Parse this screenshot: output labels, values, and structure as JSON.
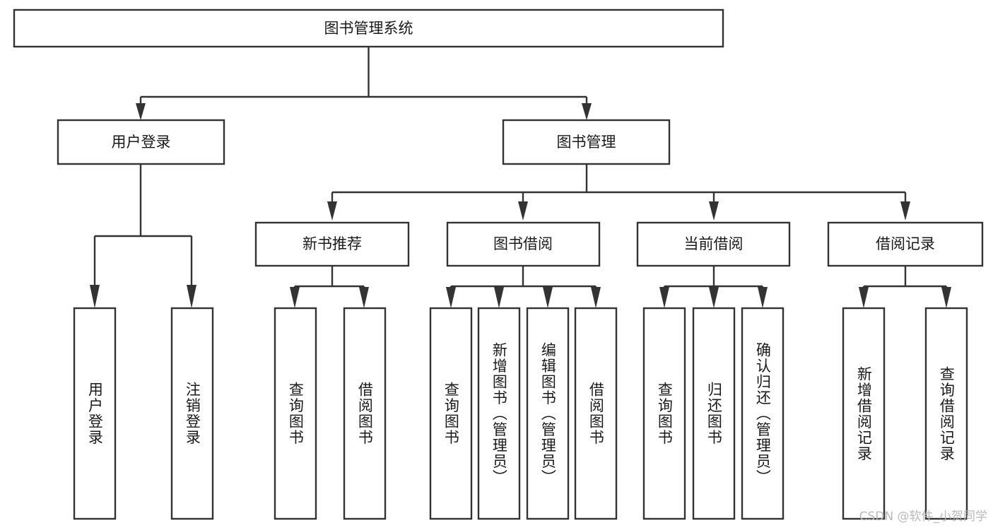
{
  "diagram": {
    "title": "图书管理系统",
    "type": "tree",
    "root": {
      "label": "图书管理系统"
    },
    "level2": [
      {
        "id": "user-login",
        "label": "用户登录"
      },
      {
        "id": "book-manage",
        "label": "图书管理"
      }
    ],
    "level3": [
      {
        "id": "new-book-recommend",
        "label": "新书推荐",
        "parent": "book-manage"
      },
      {
        "id": "book-borrow",
        "label": "图书借阅",
        "parent": "book-manage"
      },
      {
        "id": "current-borrow",
        "label": "当前借阅",
        "parent": "book-manage"
      },
      {
        "id": "borrow-record",
        "label": "借阅记录",
        "parent": "book-manage"
      }
    ],
    "leaves": {
      "user-login": [
        {
          "id": "leaf-user-login",
          "label": "用户登录"
        },
        {
          "id": "leaf-user-logout",
          "label": "注销登录"
        }
      ],
      "new-book-recommend": [
        {
          "id": "leaf-query-book-1",
          "label": "查询图书"
        },
        {
          "id": "leaf-borrow-book-1",
          "label": "借阅图书"
        }
      ],
      "book-borrow": [
        {
          "id": "leaf-query-book-2",
          "label": "查询图书"
        },
        {
          "id": "leaf-add-book",
          "label": "新增图书（管理员）"
        },
        {
          "id": "leaf-edit-book",
          "label": "编辑图书（管理员）"
        },
        {
          "id": "leaf-borrow-book-2",
          "label": "借阅图书"
        }
      ],
      "current-borrow": [
        {
          "id": "leaf-query-book-3",
          "label": "查询图书"
        },
        {
          "id": "leaf-return-book",
          "label": "归还图书"
        },
        {
          "id": "leaf-confirm-return",
          "label": "确认归还（管理员）"
        }
      ],
      "borrow-record": [
        {
          "id": "leaf-add-record",
          "label": "新增借阅记录"
        },
        {
          "id": "leaf-query-record",
          "label": "查询借阅记录"
        }
      ]
    },
    "watermark": "CSDN @软件_小贺同学",
    "colors": {
      "stroke": "#333333",
      "fill": "#ffffff",
      "text": "#1a1a1a",
      "watermark": "#b9b9b9"
    }
  }
}
